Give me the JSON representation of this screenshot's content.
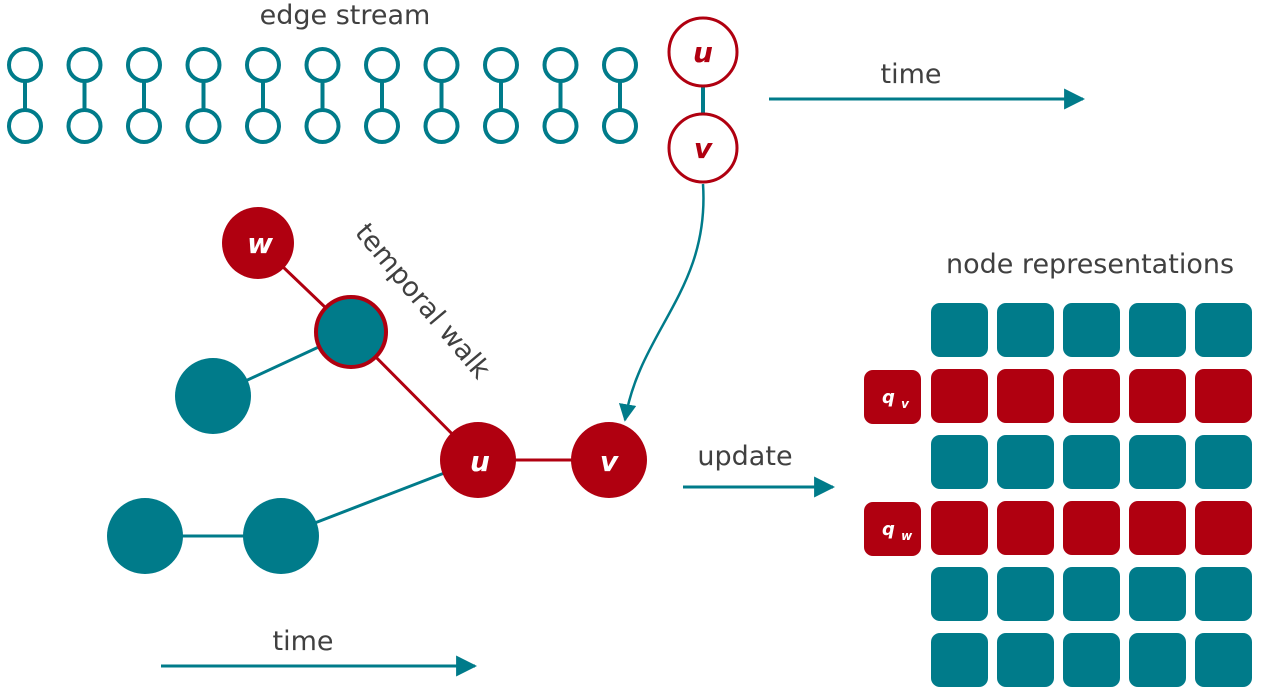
{
  "labels": {
    "edge_stream": "edge stream",
    "time_top": "time",
    "temporal_walk": "temporal walk",
    "node_representations": "node representations",
    "update": "update",
    "time_bottom": "time"
  },
  "nodes": {
    "u": "u",
    "v": "v",
    "w": "w"
  },
  "row_labels": {
    "qv_base": "q",
    "qv_sub": "v",
    "qw_base": "q",
    "qw_sub": "w"
  },
  "edge_stream": {
    "edge_count": 11
  },
  "representations": {
    "rows": 6,
    "cols": 5,
    "highlighted_rows": [
      1,
      3
    ]
  },
  "colors": {
    "teal": "#007b8a",
    "red": "#b00010",
    "text": "#404040"
  }
}
